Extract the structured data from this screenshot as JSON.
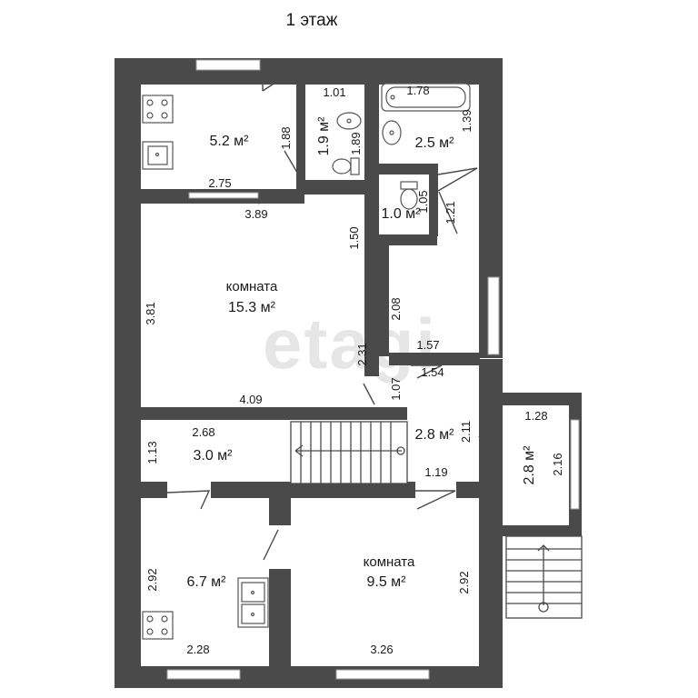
{
  "title": "1 этаж",
  "watermark": "etagi",
  "rooms": {
    "kitchen_top": {
      "area": "5.2 м²",
      "dims": [
        "1.88",
        "2.75"
      ]
    },
    "wc_small": {
      "area": "1.9 м²",
      "dims": [
        "1.01",
        "1.89"
      ]
    },
    "bath": {
      "area": "2.5 м²",
      "dims": [
        "1.78",
        "1.39"
      ]
    },
    "wc2": {
      "area": "1.0 м²",
      "dims": [
        "1.05",
        "1.21"
      ]
    },
    "living": {
      "name": "комната",
      "area": "15.3 м²",
      "dims": [
        "3.89",
        "1.50",
        "3.81",
        "4.09",
        "2.31"
      ]
    },
    "corridor": {
      "dims": [
        "2.08",
        "1.57"
      ]
    },
    "hall": {
      "area": "2.8 м²",
      "dims": [
        "1.54",
        "1.07",
        "2.11",
        "1.19"
      ]
    },
    "vestibule": {
      "area": "2.8 м²",
      "dims": [
        "1.28",
        "2.16"
      ]
    },
    "stair_room": {
      "area": "3.0 м²",
      "dims": [
        "2.68",
        "1.13"
      ]
    },
    "kitchen_low": {
      "area": "6.7 м²",
      "dims": [
        "2.92",
        "2.28"
      ]
    },
    "room2": {
      "name": "комната",
      "area": "9.5 м²",
      "dims": [
        "2.92",
        "3.26"
      ]
    }
  },
  "colors": {
    "wall": "#4a4a4a",
    "window": "#ffffff",
    "fixture": "#555555"
  }
}
